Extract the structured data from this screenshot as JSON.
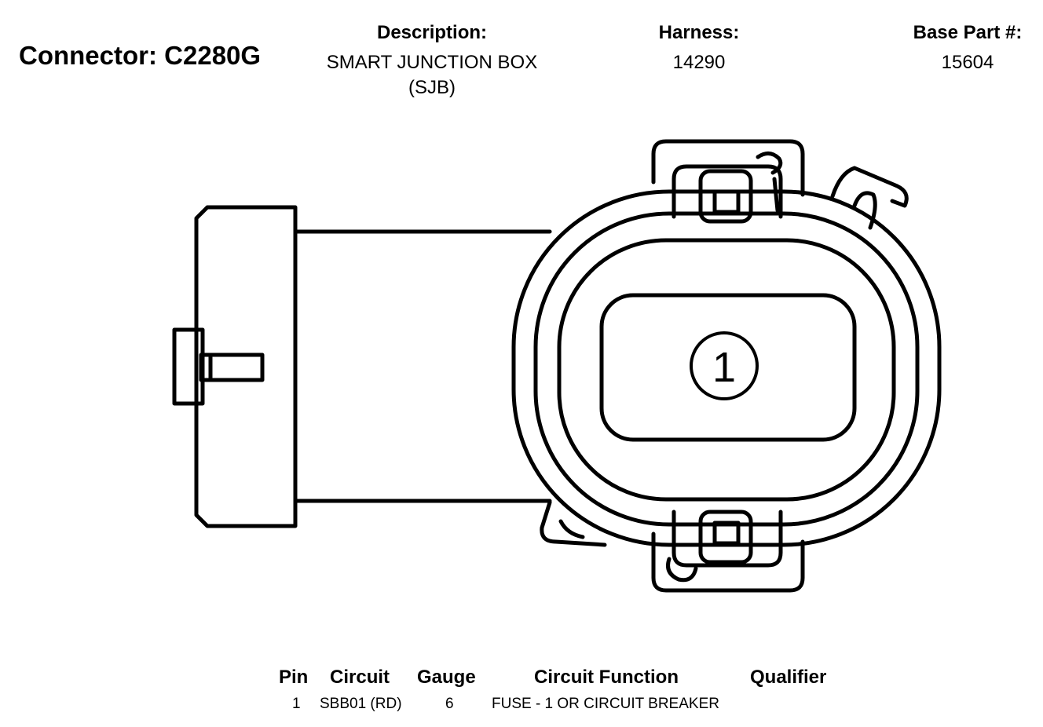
{
  "header": {
    "connector_label": "Connector: C2280G",
    "description_label": "Description:",
    "description_value_line1": "SMART JUNCTION BOX",
    "description_value_line2": "(SJB)",
    "harness_label": "Harness:",
    "harness_value": "14290",
    "base_part_label": "Base Part #:",
    "base_part_value": "15604"
  },
  "diagram": {
    "pin_label": "1"
  },
  "pin_table": {
    "columns": [
      "Pin",
      "Circuit",
      "Gauge",
      "Circuit Function",
      "Qualifier"
    ],
    "rows": [
      {
        "pin": "1",
        "circuit": "SBB01 (RD)",
        "gauge": "6",
        "function": "FUSE - 1 OR CIRCUIT BREAKER",
        "qualifier": ""
      }
    ]
  }
}
